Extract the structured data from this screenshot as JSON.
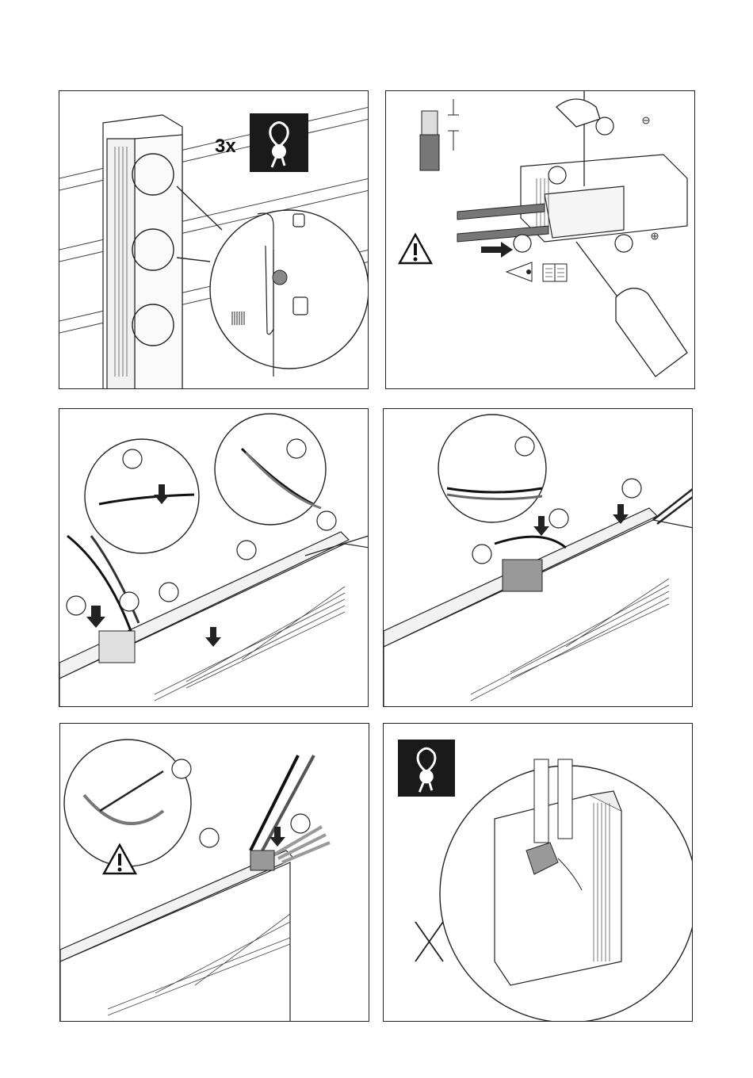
{
  "panels": [
    {
      "id": "panel-1",
      "multiplier": "3x",
      "icons": [
        "tamper-seal-icon",
        "zoom-detail-circle"
      ]
    },
    {
      "id": "panel-2",
      "icons": [
        "warning-icon",
        "read-manual-icon",
        "minus-symbol-icon",
        "plus-symbol-icon",
        "screwdriver-icon"
      ]
    },
    {
      "id": "panel-3",
      "icons": [
        "push-arrow-icon",
        "zoom-detail-circle"
      ]
    },
    {
      "id": "panel-4",
      "icons": [
        "push-arrow-icon",
        "zoom-detail-circle"
      ]
    },
    {
      "id": "panel-5",
      "icons": [
        "warning-icon",
        "cable-tie-icon",
        "push-arrow-icon"
      ]
    },
    {
      "id": "panel-6",
      "icons": [
        "tamper-seal-icon",
        "no-cutting-icon"
      ]
    }
  ],
  "colors": {
    "line": "#222222",
    "seal_bg": "#1a1a1a",
    "seal_fg": "#ffffff",
    "shade": "#9a9a9a"
  }
}
